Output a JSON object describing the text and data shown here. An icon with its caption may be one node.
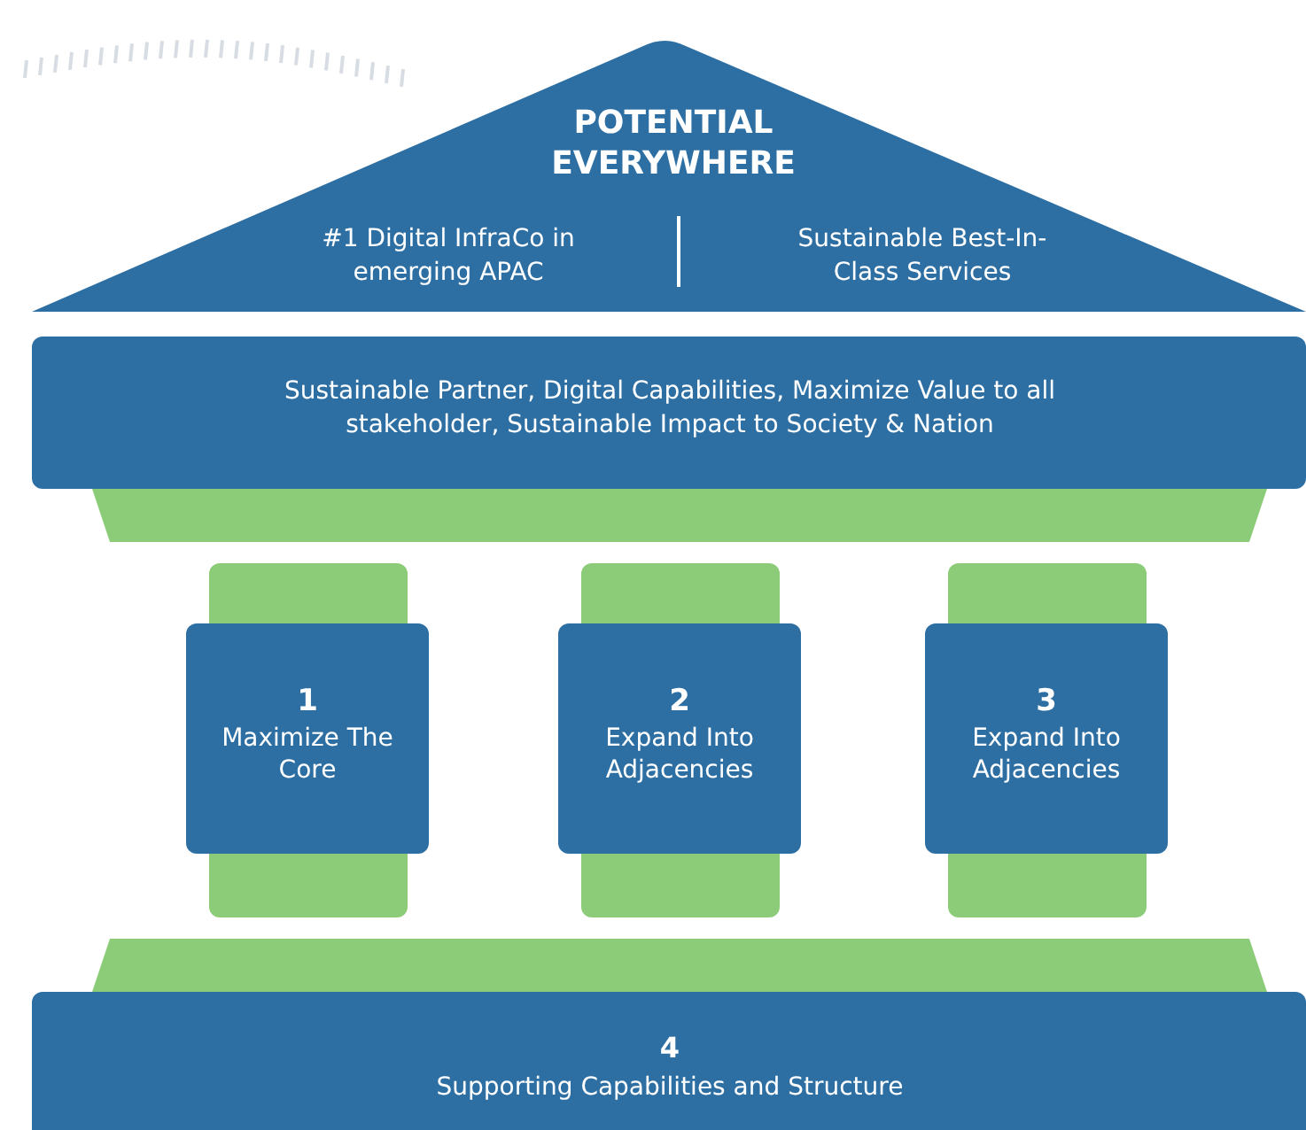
{
  "diagram": {
    "nodes": [
      {
        "text": [
          "POTENTIAL EVERYWHERE",
          "#1 Digital InfraCo in emerging APAC",
          "Sustainable Best-In-Class Services"
        ]
      },
      {
        "text": [
          "Sustainable Partner, Digital Capabilities, Maximize Value to all stakeholder, Sustainable Impact to Society & Nation"
        ]
      },
      {
        "text": [
          "1",
          "Maximize The Core"
        ]
      },
      {
        "text": [
          "2",
          "Expand Into Adjacencies"
        ]
      },
      {
        "text": [
          "3",
          "Expand Into Adjacencies"
        ]
      },
      {
        "text": [
          "4",
          "Supporting Capabilities and Structure"
        ]
      }
    ],
    "edges": []
  }
}
